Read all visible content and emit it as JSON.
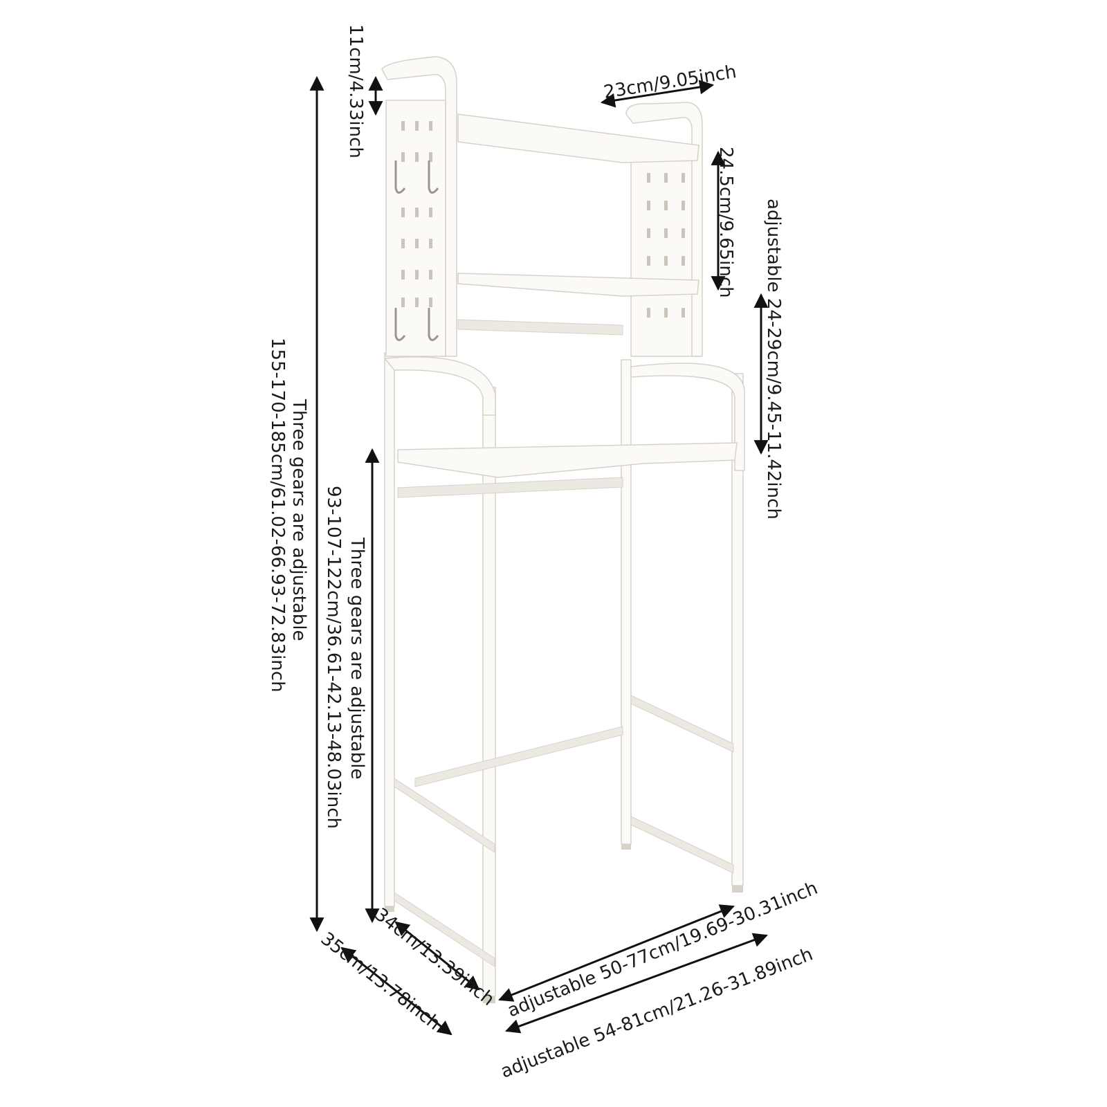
{
  "product": {
    "name": "over-the-toilet storage rack",
    "color": "#fbfaf7"
  },
  "dimensions": {
    "top_handle": "11cm/4.33inch",
    "shelf_depth": "23cm/9.05inch",
    "upper_gap": "24.5cm/9.65inch",
    "middle_gap": "adjustable 24-29cm/9.45-11.42inch",
    "total_height": [
      "Three gears are adjustable",
      "155-170-185cm/61.02-66.93-72.83inch"
    ],
    "bottom_height": [
      "Three gears are adjustable",
      "93-107-122cm/36.61-42.13-48.03inch"
    ],
    "inner_depth": "34cm/13.39inch",
    "outer_depth": "35cm/13.78inch",
    "inner_width": "adjustable 50-77cm/19.69-30.31inch",
    "outer_width": "adjustable 54-81cm/21.26-31.89inch"
  }
}
